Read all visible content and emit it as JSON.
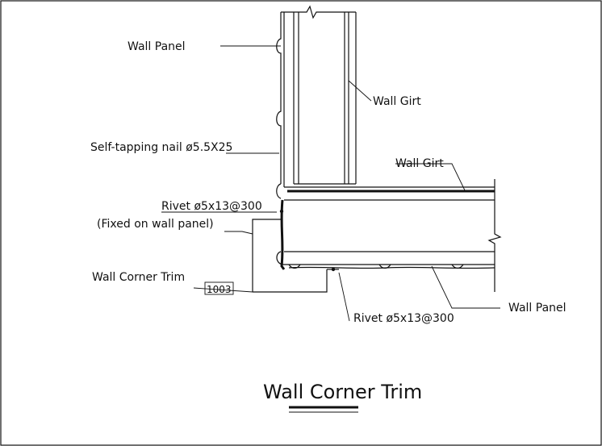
{
  "diagram": {
    "title": "Wall Corner Trim",
    "labels": {
      "wall_panel_top": "Wall Panel",
      "wall_girt_vertical": "Wall Girt",
      "self_tapping_nail": "Self-tapping nail ø5.5X25",
      "wall_girt_horizontal": "Wall Girt",
      "rivet_upper": "Rivet ø5x13@300",
      "fixed_note": "(Fixed on wall panel)",
      "wall_corner_trim": "Wall Corner Trim",
      "trim_dimension": "1003",
      "rivet_lower": "Rivet  ø5x13@300",
      "wall_panel_bottom": "Wall Panel"
    },
    "colors": {
      "line": "#111111",
      "background": "#ffffff"
    }
  }
}
